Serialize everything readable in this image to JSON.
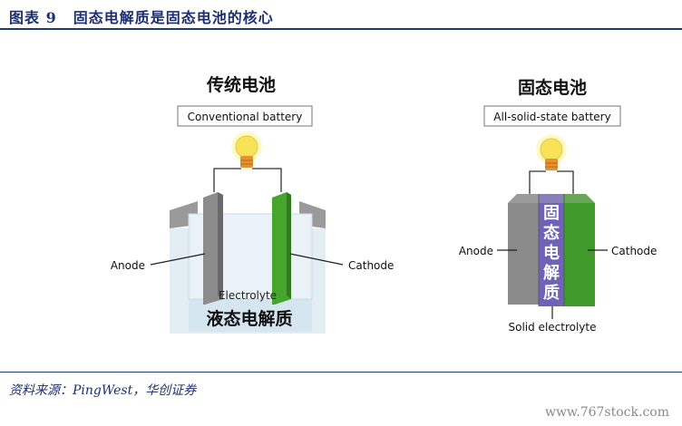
{
  "figure": {
    "label": "图表 9",
    "title": "固态电解质是固态电池的核心"
  },
  "left_panel": {
    "heading": "传统电池",
    "label": "Conventional battery",
    "anode": "Anode",
    "cathode": "Cathode",
    "electrolyte": "Electrolyte",
    "caption": "液态电解质"
  },
  "right_panel": {
    "heading": "固态电池",
    "label": "All-solid-state battery",
    "anode": "Anode",
    "cathode": "Cathode",
    "electrolyte_vertical": "固态电解质",
    "electrolyte": "Solid electrolyte"
  },
  "source": "资料来源：PingWest，华创证券",
  "watermark": "www.767stock.com",
  "colors": {
    "title_blue": "#1d2f6f",
    "anode_gray": "#8c8c8c",
    "cathode_green": "#3f9a2a",
    "electrolyte_purple": "#6f62b8",
    "liquid_blue": "#dcebf5",
    "bulb_yellow": "#f7e25a"
  }
}
